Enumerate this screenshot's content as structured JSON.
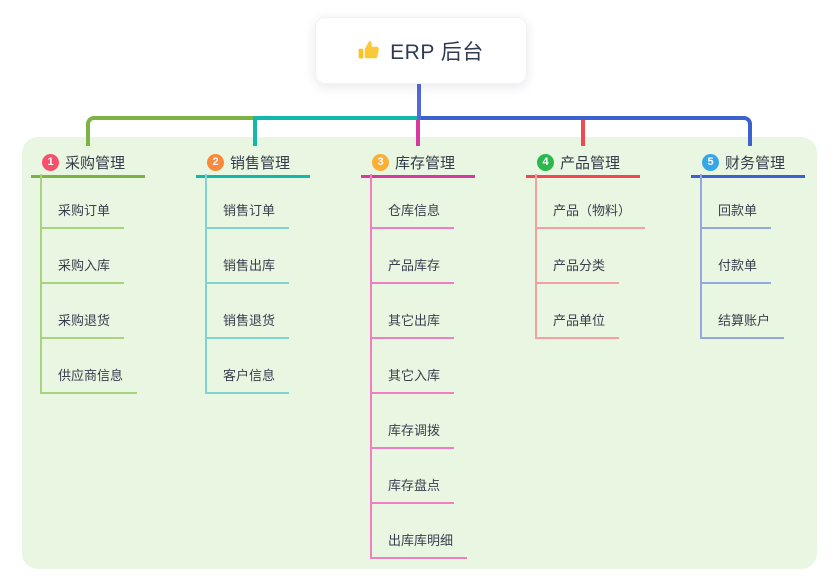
{
  "root": {
    "title": "ERP 后台",
    "icon": "thumbs-up-icon"
  },
  "colors": {
    "root_line": "#5069e0",
    "panel_bg": "#e8f6e2",
    "root_icon": "#f7c325",
    "title_text": "#333c48",
    "leaf_text": "#38404d"
  },
  "branches": [
    {
      "number": "1",
      "label": "采购管理",
      "badge_color": "#f8506c",
      "line_color": "#7cb342",
      "child_line_color": "#a9d37e",
      "children": [
        "采购订单",
        "采购入库",
        "采购退货",
        "供应商信息"
      ]
    },
    {
      "number": "2",
      "label": "销售管理",
      "badge_color": "#f98a3c",
      "line_color": "#14b8ab",
      "child_line_color": "#7fd4cd",
      "children": [
        "销售订单",
        "销售出库",
        "销售退货",
        "客户信息"
      ]
    },
    {
      "number": "3",
      "label": "库存管理",
      "badge_color": "#fbb034",
      "line_color": "#d8399f",
      "child_line_color": "#ee7fc1",
      "children": [
        "仓库信息",
        "产品库存",
        "其它出库",
        "其它入库",
        "库存调拨",
        "库存盘点",
        "出库库明细"
      ]
    },
    {
      "number": "4",
      "label": "产品管理",
      "badge_color": "#2db84d",
      "line_color": "#f2484f",
      "child_line_color": "#f79fa3",
      "children": [
        "产品（物料）",
        "产品分类",
        "产品单位"
      ]
    },
    {
      "number": "5",
      "label": "财务管理",
      "badge_color": "#35a6e8",
      "line_color": "#3d62cf",
      "child_line_color": "#93a9e2",
      "children": [
        "回款单",
        "付款单",
        "结算账户"
      ]
    }
  ]
}
